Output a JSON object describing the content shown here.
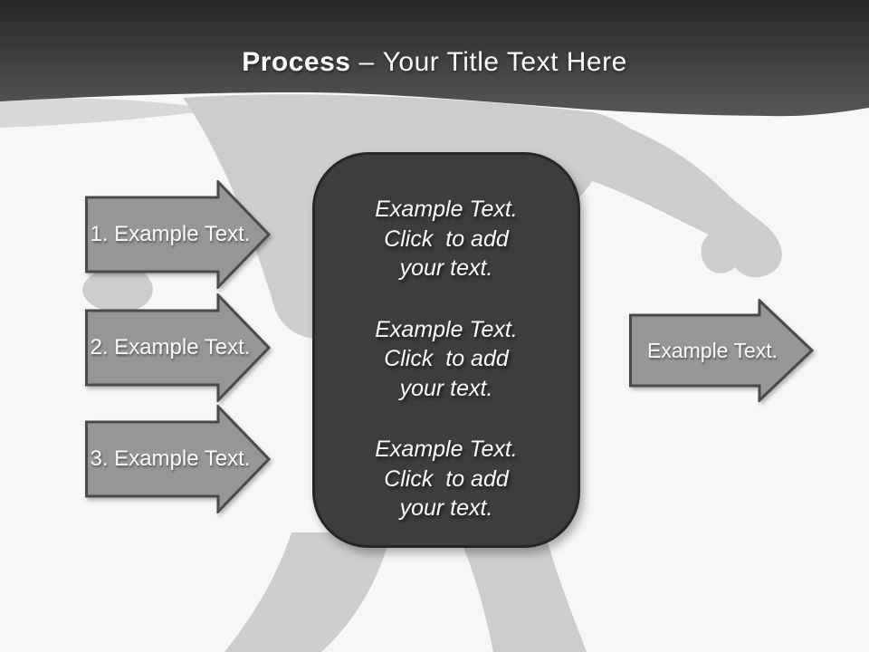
{
  "slide": {
    "title": {
      "emphasis": "Process",
      "separator": "–",
      "rest": "Your Title Text Here"
    },
    "left_arrows": [
      {
        "label": "1. Example Text."
      },
      {
        "label": "2. Example Text."
      },
      {
        "label": "3. Example Text."
      }
    ],
    "right_arrow": {
      "label": "Example Text."
    },
    "center_box": {
      "paragraphs": [
        {
          "lines": [
            "Example Text.",
            "Click  to add",
            "your text."
          ]
        },
        {
          "lines": [
            "Example Text.",
            "Click  to add",
            "your text."
          ]
        },
        {
          "lines": [
            "Example Text.",
            "Click  to add",
            "your text."
          ]
        }
      ]
    },
    "colors": {
      "header_top": "#272727",
      "header_bottom": "#575757",
      "box_fill": "#3d3d3d",
      "box_border": "#262626",
      "arrow_fill": "#969696",
      "arrow_border": "#4a4a4a",
      "silhouette": "#cdcdcd",
      "swoosh": "#d8d8d8",
      "background": "#f7f7f7",
      "text": "#fafafa"
    }
  }
}
